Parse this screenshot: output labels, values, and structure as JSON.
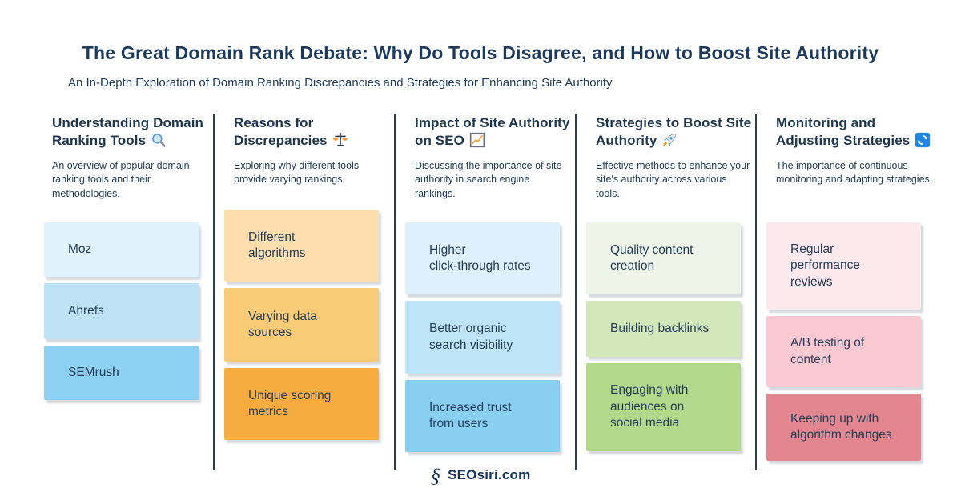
{
  "header": {
    "title": "The Great Domain Rank Debate: Why Do Tools Disagree, and How to Boost Site Authority",
    "subtitle": "An In-Depth Exploration of Domain Ranking Discrepancies and Strategies for Enhancing Site Authority"
  },
  "columns": [
    {
      "heading": "Understanding Domain\nRanking Tools",
      "icon": "magnifying-glass-icon",
      "description": "An overview of popular domain ranking tools and their methodologies.",
      "cards": [
        {
          "label": "Moz",
          "color": "#E0F2FB"
        },
        {
          "label": "Ahrefs",
          "color": "#BEE3F8"
        },
        {
          "label": "SEMrush",
          "color": "#8CD0F2"
        }
      ]
    },
    {
      "heading": "Reasons for\nDiscrepancies",
      "icon": "balance-scale-icon",
      "description": "Exploring why different tools provide varying rankings.",
      "cards": [
        {
          "label": "Different\nalgorithms",
          "color": "#FCDFAC"
        },
        {
          "label": "Varying data\nsources",
          "color": "#FACB76"
        },
        {
          "label": "Unique scoring\nmetrics",
          "color": "#F7AC40"
        }
      ]
    },
    {
      "heading": "Impact of Site Authority\non SEO",
      "icon": "chart-increasing-icon",
      "description": "Discussing the importance of site authority in search engine rankings.",
      "cards": [
        {
          "label": "Higher\nclick-through rates",
          "color": "#DDF0FB"
        },
        {
          "label": "Better organic\nsearch visibility",
          "color": "#BEE4FA"
        },
        {
          "label": "Increased trust\nfrom users",
          "color": "#89CFF2"
        }
      ]
    },
    {
      "heading": "Strategies to Boost Site\nAuthority",
      "icon": "rocket-icon",
      "description": "Effective methods to enhance your site's authority across various tools.",
      "cards": [
        {
          "label": "Quality content\ncreation",
          "color": "#EEF5E8"
        },
        {
          "label": "Building backlinks",
          "color": "#D2E7BA"
        },
        {
          "label": "Engaging with\naudiences on\nsocial media",
          "color": "#B3D98B"
        }
      ]
    },
    {
      "heading": "Monitoring and\nAdjusting Strategies",
      "icon": "refresh-icon",
      "description": "The importance of continuous monitoring and adapting strategies.",
      "cards": [
        {
          "label": "Regular\nperformance\nreviews",
          "color": "#FBE9ED"
        },
        {
          "label": "A/B testing of\ncontent",
          "color": "#FAC9D2"
        },
        {
          "label": "Keeping up with\nalgorithm changes",
          "color": "#E3858E"
        }
      ]
    }
  ],
  "footer": {
    "logo_glyph": "§",
    "brand": "SEOsiri.com"
  },
  "palette": {
    "background": "#FFFFFF",
    "text_navy": "#1C3A5E",
    "divider": "#2C3E50",
    "blue_cards": [
      "#E0F2FB",
      "#BEE3F8",
      "#8CD0F2"
    ],
    "orange_cards": [
      "#FCDFAC",
      "#FACB76",
      "#F7AC40"
    ],
    "green_cards": [
      "#EEF5E8",
      "#D2E7BA",
      "#B3D98B"
    ],
    "pink_cards": [
      "#FBE9ED",
      "#FAC9D2",
      "#E3858E"
    ]
  }
}
